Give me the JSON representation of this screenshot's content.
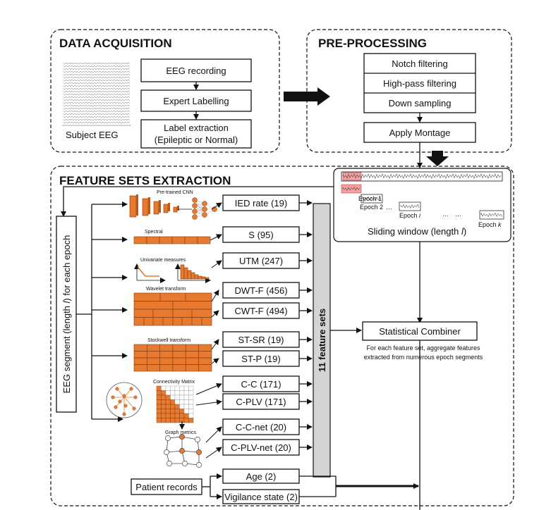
{
  "sections": {
    "acquisition": "DATA ACQUISITION",
    "preprocessing": "PRE-PROCESSING",
    "features": "FEATURE SETS EXTRACTION"
  },
  "acquisition": {
    "subject_label": "Subject EEG",
    "steps": [
      "EEG recording",
      "Expert Labelling",
      "Label extraction",
      "(Epileptic or Normal)"
    ]
  },
  "preprocessing": {
    "steps": [
      "Notch filtering",
      "High-pass filtering",
      "Down sampling",
      "Apply Montage"
    ]
  },
  "sliding": {
    "epochs": [
      "Epoch 1",
      "Epoch 2",
      "Epoch",
      "Epoch"
    ],
    "epoch_vars": [
      "i",
      "k"
    ],
    "ellipsis": "…",
    "label": "Sliding window (length ",
    "var": "l",
    "close": ")"
  },
  "segment": {
    "label": "EEG segment (length ",
    "var": "l",
    "close": ") for each epoch"
  },
  "methods": [
    "Pre-trained CNN",
    "Spectral",
    "Univariate measures",
    "Wavelet transform",
    "Stockwell transform",
    "Connectivity Matrix",
    "Graph metrics"
  ],
  "features": [
    "IED rate (19)",
    "S (95)",
    "UTM (247)",
    "DWT-F (456)",
    "CWT-F (494)",
    "ST-SR (19)",
    "ST-P (19)",
    "C-C (171)",
    "C-PLV (171)",
    "C-C-net (20)",
    "C-PLV-net (20)"
  ],
  "feature_sets_label": "11 feature sets",
  "patient": {
    "label": "Patient records",
    "fields": [
      "Age (2)",
      "Vigilance state (2)"
    ]
  },
  "combiner": {
    "label": "Statistical Combiner",
    "desc1": "For each feature set, aggregate features",
    "desc2": "extracted from numerous epoch segments"
  }
}
